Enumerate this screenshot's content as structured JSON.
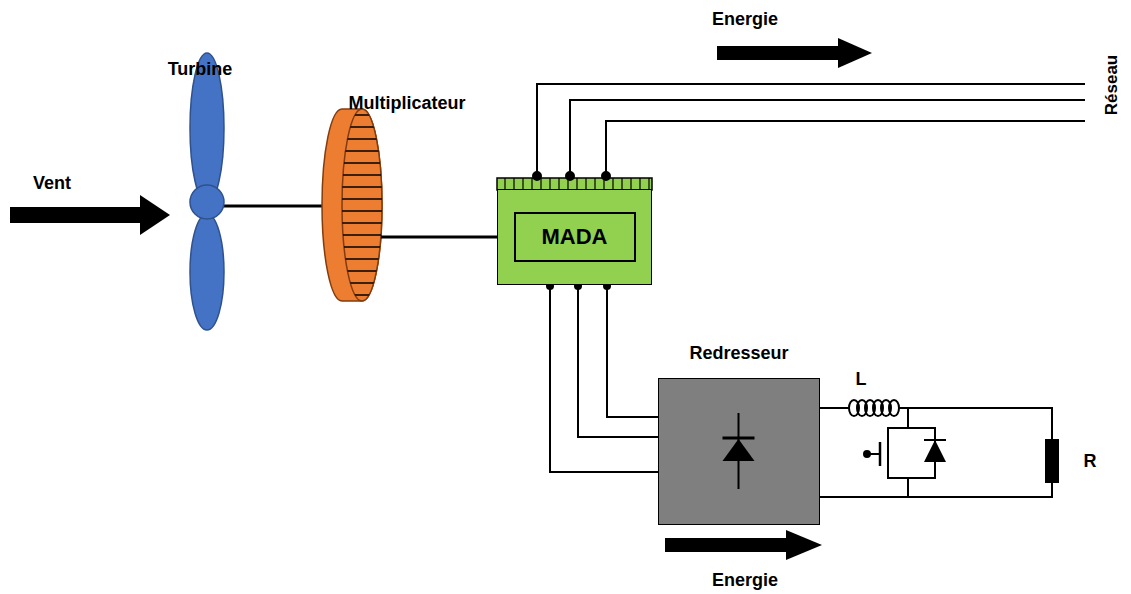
{
  "diagram": {
    "nodes": [
      {
        "text": [
          "MADA"
        ]
      },
      {
        "text": [
          "Redresseur"
        ]
      }
    ],
    "edges": [
      {
        "from": 0,
        "to": 1,
        "arrow": "none"
      },
      {
        "from": 0,
        "to": 1,
        "arrow": "none"
      },
      {
        "from": 0,
        "to": 1,
        "arrow": "none"
      }
    ],
    "labels": [
      "Turbine",
      "Multiplicateur",
      "Vent",
      "Energie",
      "Energie",
      "Réseau",
      "L",
      "R"
    ]
  }
}
